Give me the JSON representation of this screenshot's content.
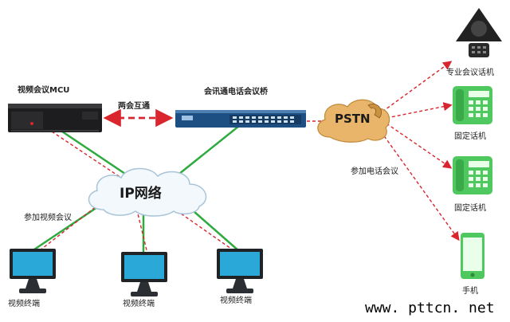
{
  "labels": {
    "mcu": "视频会议MCU",
    "bridge": "会讯通电话会议桥",
    "interop": "两会互通",
    "ip_network": "IP网络",
    "pstn": "PSTN",
    "join_video": "参加视频会议",
    "join_phone": "参加电话会议",
    "pro_phone": "专业会议话机",
    "landline_1": "固定话机",
    "landline_2": "固定话机",
    "mobile": "手机",
    "terminal_1": "视频终端",
    "terminal_2": "视频终端",
    "terminal_3": "视频终端",
    "watermark": "www. pttcn. net"
  },
  "colors": {
    "network_link": "#2eaa3f",
    "call_path": "#d9262e",
    "phone_green": "#4fc860",
    "cloud_fill": "#f3f8fc",
    "cloud_stroke": "#a8c4d8",
    "pstn_fill": "#e9b56a"
  }
}
